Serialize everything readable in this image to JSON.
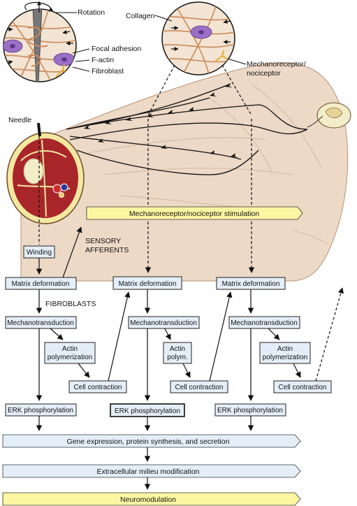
{
  "labels": {
    "rotation": "Rotation",
    "focal_adhesion": "Focal adhesion",
    "f_actin": "F-actin",
    "fibroblast": "Fibroblast",
    "collagen": "Collagen",
    "mechanoreceptor_line1": "Mechanoreceptor/",
    "mechanoreceptor_line2": "nociceptor",
    "needle": "Needle",
    "sensory_afferents_line1": "SENSORY",
    "sensory_afferents_line2": "AFFERENTS",
    "fibroblasts": "FIBROBLASTS"
  },
  "boxes": {
    "winding": "Winding",
    "matrix_deformation": "Matrix deformation",
    "mechanotransduction": "Mechanotransduction",
    "actin_polymerization_line1": "Actin",
    "actin_polymerization_line2": "polymerization",
    "actin_polym_line1": "Actin",
    "actin_polym_line2": "polym.",
    "cell_contraction": "Cell contraction",
    "erk_phosphorylation": "ERK phosphorylation"
  },
  "bands": {
    "stimulation": "Mechanoreceptor/nociceptor stimulation",
    "gene_expression": "Gene expression, protein synthesis, and secretion",
    "extracellular": "Extracellular milieu modification",
    "neuromodulation": "Neuromodulation"
  },
  "colors": {
    "box_fill": "#e4eef8",
    "band_yellow": "#fbf6a2",
    "tissue": "#ecd9c6",
    "muscle": "#a8252a",
    "collagen": "#c98a5a",
    "fibroblast_cell": "#9b6fc6"
  }
}
